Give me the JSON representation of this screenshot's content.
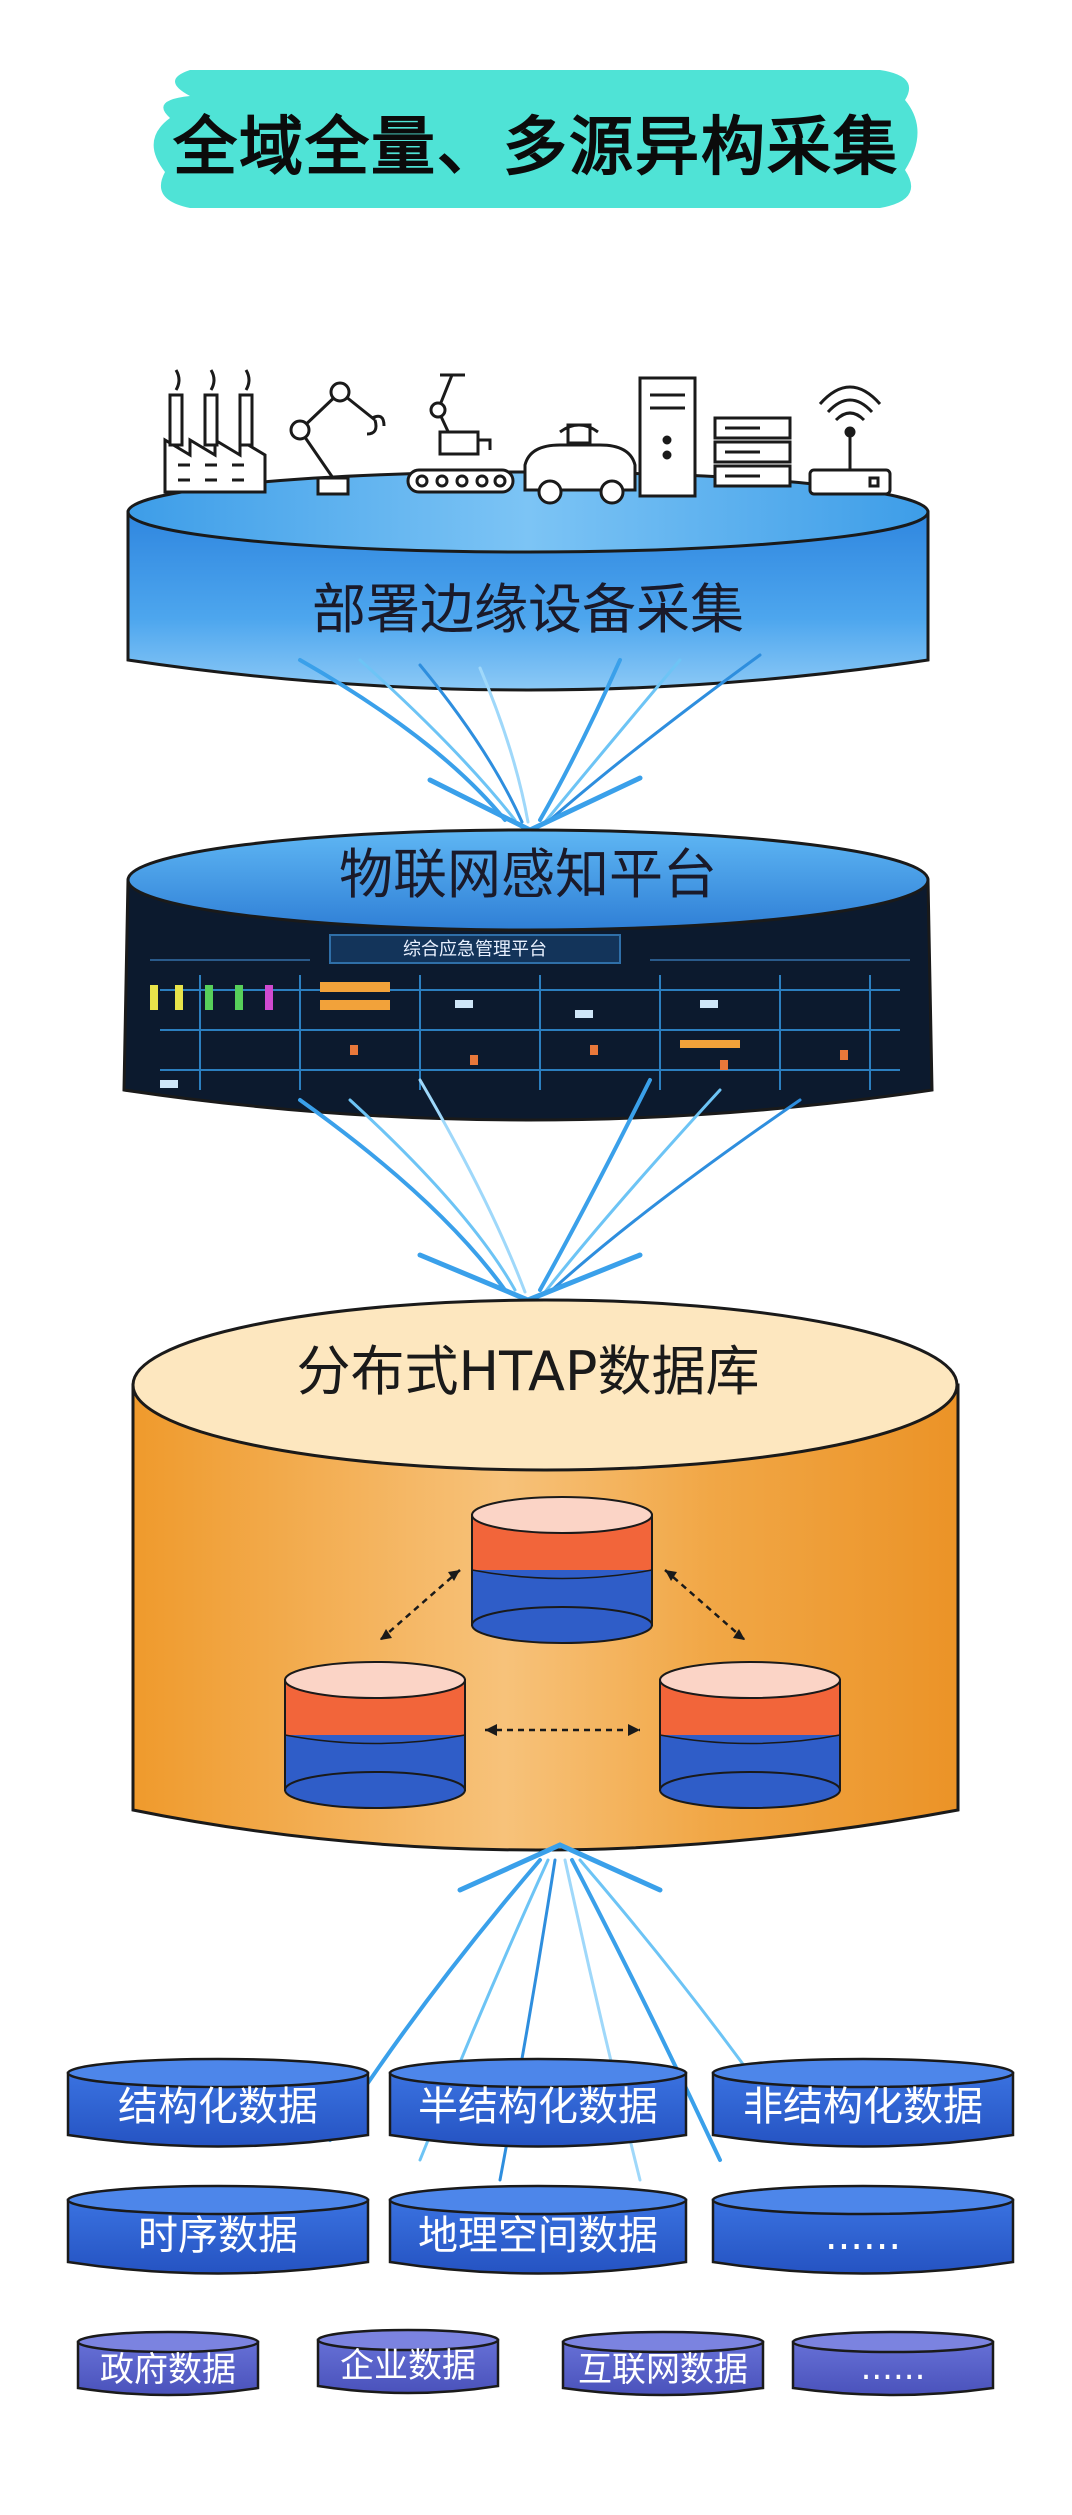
{
  "title": "全域全量、多源异构采集",
  "layers": {
    "edge": "部署边缘设备采集",
    "iot": "物联网感知平台",
    "db": "分布式HTAP数据库"
  },
  "screen_title": "综合应急管理平台",
  "sources": {
    "row1": [
      "结构化数据",
      "半结构化数据",
      "非结构化数据"
    ],
    "row2": [
      "时序数据",
      "地理空间数据",
      "......"
    ],
    "row3": [
      "政府数据",
      "企业数据",
      "互联网数据",
      "......"
    ]
  },
  "icons": [
    "factory-icon",
    "robot-arm-icon",
    "assembly-line-icon",
    "vehicle-icon",
    "server-tower-icon",
    "server-rack-icon",
    "router-icon"
  ],
  "colors": {
    "title_bg": "#4fe3d6",
    "edge_blue": "#3f9be8",
    "db_orange": "#f2a23a",
    "db_top": "#fde7bf",
    "node_red": "#f2653a",
    "node_blue": "#2f5dc8",
    "source_blue": "#2f63d6",
    "source_purple": "#5a64cc",
    "arrow": "#4fb3f0"
  }
}
